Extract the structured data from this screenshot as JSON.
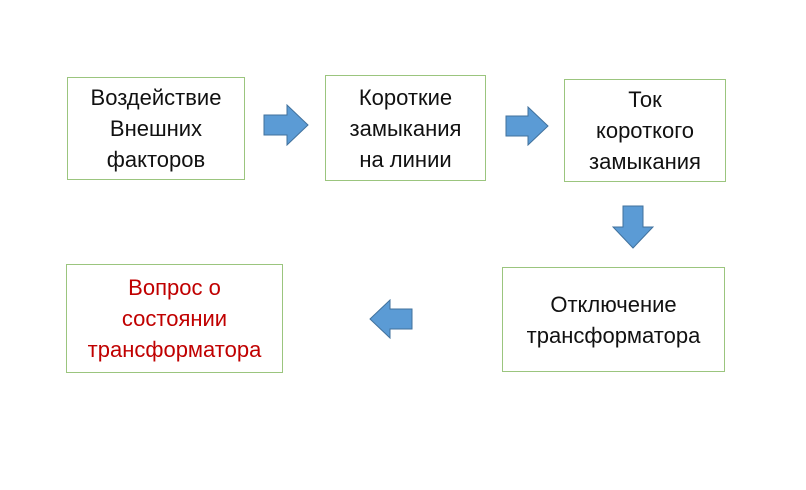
{
  "flow": {
    "steps": [
      {
        "id": "step-1",
        "text": "Воздействие\nВнешних\nфакторов"
      },
      {
        "id": "step-2",
        "text": "Короткие\nзамыкания\nна линии"
      },
      {
        "id": "step-3",
        "text": "Ток\nкороткого\nзамыкания"
      },
      {
        "id": "step-4",
        "text": "Отключение\nтрансформатора"
      },
      {
        "id": "step-5",
        "text": "Вопрос о\nсостоянии\nтрансформатора"
      }
    ],
    "colors": {
      "box_border": "#9bc57e",
      "text": "#111111",
      "highlight_text": "#c00000",
      "arrow_fill": "#5b9bd5",
      "arrow_stroke": "#41719c"
    }
  }
}
